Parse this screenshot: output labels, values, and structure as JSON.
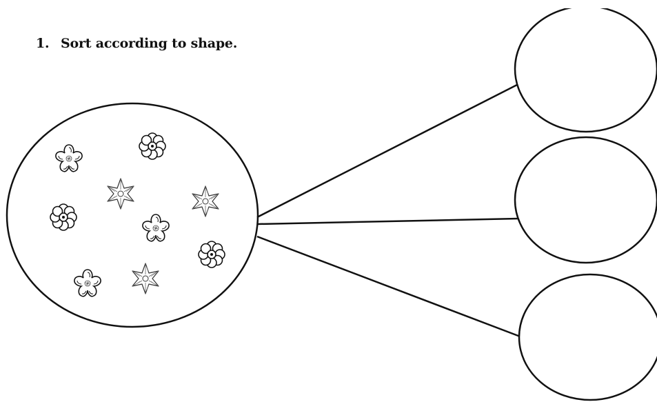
{
  "worksheet": {
    "question_number": "1.",
    "question_text": "Sort according to shape."
  },
  "sorting_diagram": {
    "source_items": [
      {
        "shape": "five-petal-blossom"
      },
      {
        "shape": "round-petal-flower"
      },
      {
        "shape": "pointed-star-flower"
      },
      {
        "shape": "round-petal-flower"
      },
      {
        "shape": "five-petal-blossom"
      },
      {
        "shape": "pointed-star-flower"
      },
      {
        "shape": "round-petal-flower"
      },
      {
        "shape": "five-petal-blossom"
      },
      {
        "shape": "pointed-star-flower"
      }
    ],
    "target_groups": 3
  }
}
